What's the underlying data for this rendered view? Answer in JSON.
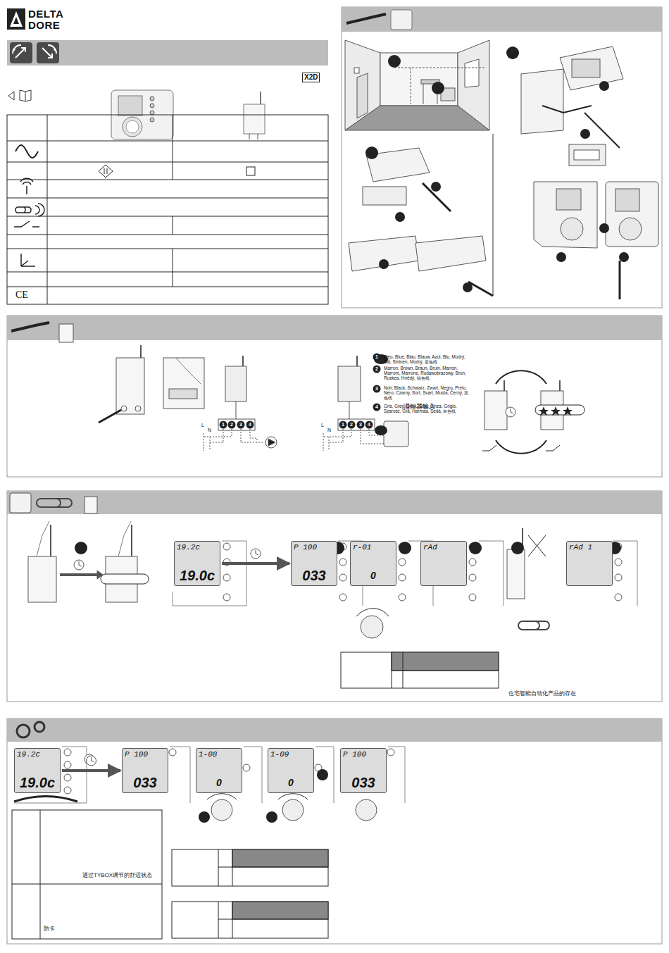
{
  "diagram": {
    "nodes": [
      {
        "text": [
          "19.2c",
          "19.0c"
        ]
      },
      {
        "text": [
          "P 100",
          "033"
        ]
      },
      {
        "text": [
          "r-01",
          "0"
        ]
      },
      {
        "text": [
          "rAd"
        ]
      },
      {
        "text": [
          "rAd 1"
        ]
      },
      {
        "text": [
          "19.2c",
          "19.0c"
        ]
      },
      {
        "text": [
          "P 100",
          "033"
        ]
      },
      {
        "text": [
          "1-08",
          "0"
        ]
      },
      {
        "text": [
          "1-09",
          "0"
        ]
      },
      {
        "text": [
          "P 100",
          "033"
        ]
      }
    ],
    "edges": [
      {
        "from": 0,
        "to": 1,
        "arrow": "to"
      },
      {
        "from": 5,
        "to": 6,
        "arrow": "to"
      }
    ],
    "labels": [
      "DELTA",
      "DORE",
      "X2D",
      "CE",
      "1",
      "Bleu, Blue, Blau, Blauw, Azul, Blu, Modrý, Blå, Sininen, Modrý, 蓝色线",
      "2",
      "Marron, Brown, Braun, Bruin, Marrón, Marrom, Marrone, Rudawobrazowy, Brun, Ruskea, Hnědý, 棕色线",
      "3",
      "Noir, Black, Schwarz, Zwart, Negro, Preto, Nero, Czarny, Sort, Svart, Musta, Černý, 黑色线",
      "4",
      "Gris, Grey, Grau, Grijs, Cinza, Grigio, Szarość, Grå, Harmaa, Šedá, 灰色线",
      "L",
      "N",
      "1",
      "2",
      "3",
      "4",
      "L",
      "N",
      "1",
      "2",
      "3",
      "4",
      "湿控器输入",
      "住宅智能自动化产品的存在",
      "通过TYBOX调节的舒适状态",
      "防卡"
    ]
  }
}
